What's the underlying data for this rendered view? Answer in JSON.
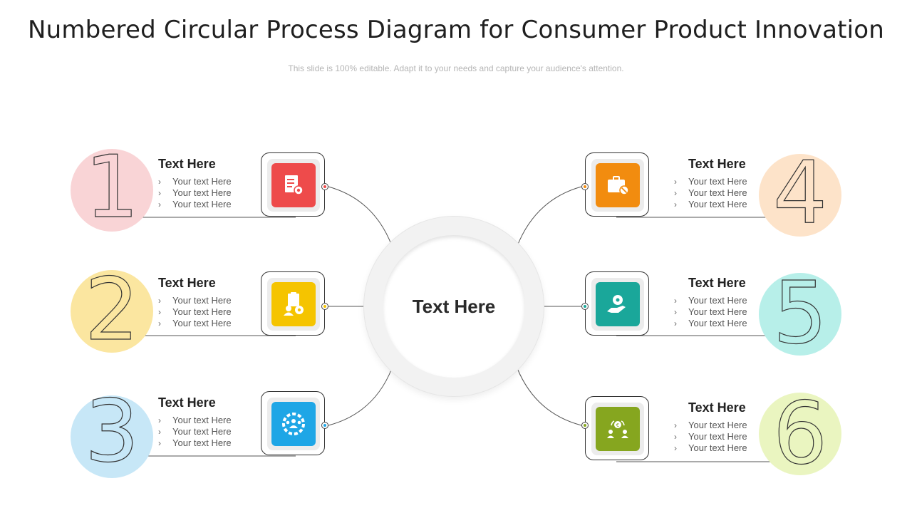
{
  "title": "Numbered Circular Process Diagram for Consumer Product Innovation",
  "subtitle": "This slide is 100% editable. Adapt it to your needs and capture your audience's attention.",
  "center": {
    "label": "Text Here"
  },
  "steps": [
    {
      "number": "1",
      "heading": "Text Here",
      "bullets": [
        "Your text Here",
        "Your text Here",
        "Your text Here"
      ],
      "color": "#ee4b4b",
      "circle_color": "#f9d4d6",
      "icon": "document-gear-icon"
    },
    {
      "number": "2",
      "heading": "Text Here",
      "bullets": [
        "Your text Here",
        "Your text Here",
        "Your text Here"
      ],
      "color": "#f5c400",
      "circle_color": "#fbe6a0",
      "icon": "clipboard-person-gear-icon"
    },
    {
      "number": "3",
      "heading": "Text Here",
      "bullets": [
        "Your text Here",
        "Your text Here",
        "Your text Here"
      ],
      "color": "#1ea6e6",
      "circle_color": "#c7e7f7",
      "icon": "team-gear-icon"
    },
    {
      "number": "4",
      "heading": "Text Here",
      "bullets": [
        "Your text Here",
        "Your text Here",
        "Your text Here"
      ],
      "color": "#f28c0f",
      "circle_color": "#fde3c9",
      "icon": "briefcase-block-icon"
    },
    {
      "number": "5",
      "heading": "Text Here",
      "bullets": [
        "Your text Here",
        "Your text Here",
        "Your text Here"
      ],
      "color": "#1aa79a",
      "circle_color": "#b7efe9",
      "icon": "hand-gear-icon"
    },
    {
      "number": "6",
      "heading": "Text Here",
      "bullets": [
        "Your text Here",
        "Your text Here",
        "Your text Here"
      ],
      "color": "#86a61f",
      "circle_color": "#eaf5c0",
      "icon": "people-euro-exchange-icon"
    }
  ]
}
